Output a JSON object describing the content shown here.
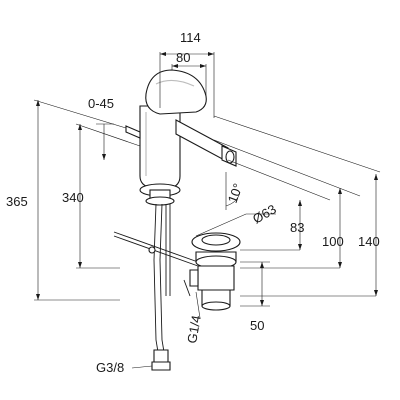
{
  "dimensions": {
    "width_114": "114",
    "width_80": "80",
    "angle_range": "0-45",
    "height_365": "365",
    "height_340": "340",
    "tilt_angle": "10°",
    "diameter": "Ø63",
    "height_83": "83",
    "height_100": "100",
    "height_140": "140",
    "waste_depth": "50",
    "waste_thread": "G1/4",
    "hose_thread": "G3/8"
  }
}
